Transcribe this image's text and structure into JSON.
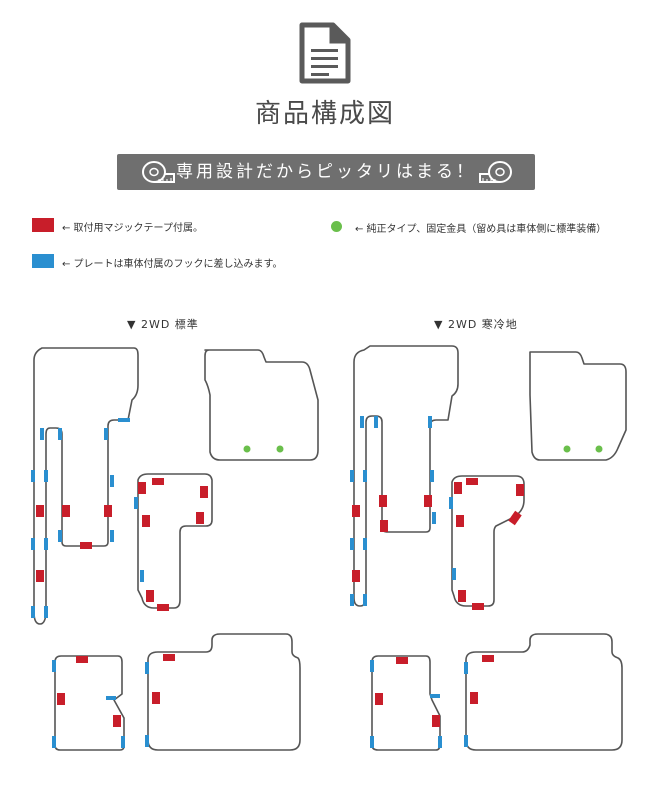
{
  "title": "商品構成図",
  "banner": {
    "text": "専用設計だからピッタリはまる！"
  },
  "legend": {
    "red": {
      "text": "← 取付用マジックテープ付属。",
      "color": "#c81e2a"
    },
    "blue": {
      "text": "← プレートは車体付属のフックに差し込みます。",
      "color": "#2a8fd0"
    },
    "green": {
      "text": "← 純正タイプ、固定金具（留め具は車体側に標準装備）",
      "color": "#6abf4b"
    }
  },
  "sections": [
    {
      "label": "▼ 2WD 標準"
    },
    {
      "label": "▼ 2WD 寒冷地"
    }
  ],
  "colors": {
    "outline": "#555555",
    "banner_bg": "#6f6f6f",
    "heading": "#4a4a4a"
  },
  "icons": [
    "document-icon",
    "tape-measure-icon"
  ]
}
